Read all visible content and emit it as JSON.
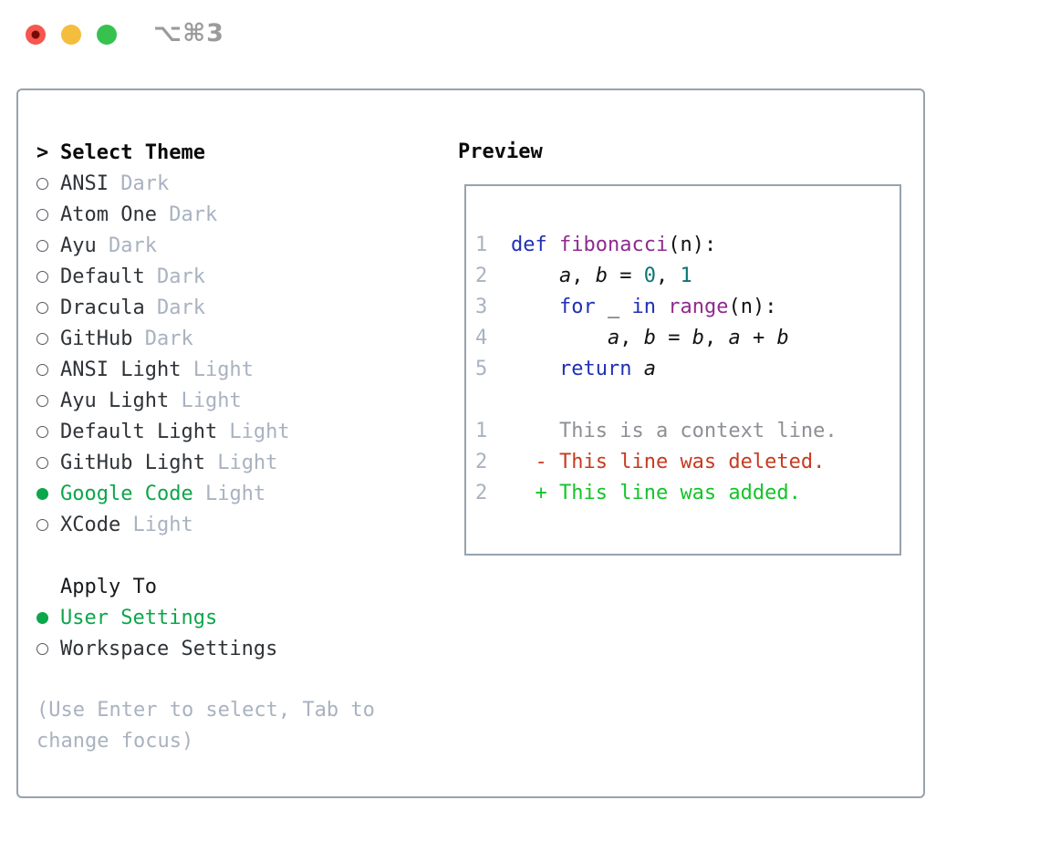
{
  "window": {
    "shortcut": "⌥⌘3",
    "traffic_lights": [
      "close",
      "minimize",
      "zoom"
    ]
  },
  "theme_panel": {
    "title_prefix": ">",
    "title": "Select Theme",
    "items": [
      {
        "name": "ANSI",
        "variant": "Dark",
        "selected": false
      },
      {
        "name": "Atom One",
        "variant": "Dark",
        "selected": false
      },
      {
        "name": "Ayu",
        "variant": "Dark",
        "selected": false
      },
      {
        "name": "Default",
        "variant": "Dark",
        "selected": false
      },
      {
        "name": "Dracula",
        "variant": "Dark",
        "selected": false
      },
      {
        "name": "GitHub",
        "variant": "Dark",
        "selected": false
      },
      {
        "name": "ANSI Light",
        "variant": "Light",
        "selected": false
      },
      {
        "name": "Ayu Light",
        "variant": "Light",
        "selected": false
      },
      {
        "name": "Default Light",
        "variant": "Light",
        "selected": false
      },
      {
        "name": "GitHub Light",
        "variant": "Light",
        "selected": false
      },
      {
        "name": "Google Code",
        "variant": "Light",
        "selected": true
      },
      {
        "name": "XCode",
        "variant": "Light",
        "selected": false
      }
    ],
    "apply_to": {
      "title": "Apply To",
      "options": [
        {
          "label": "User Settings",
          "selected": true
        },
        {
          "label": "Workspace Settings",
          "selected": false
        }
      ]
    },
    "hint": "(Use Enter to select, Tab to change focus)"
  },
  "preview": {
    "title": "Preview",
    "lines": [
      {
        "num": "1",
        "segments": [
          {
            "text": "def",
            "style": "kwd"
          },
          {
            "text": " ",
            "style": "pln"
          },
          {
            "text": "fibonacci",
            "style": "fn"
          },
          {
            "text": "(n):",
            "style": "pln"
          }
        ]
      },
      {
        "num": "2",
        "segments": [
          {
            "text": "    ",
            "style": "pln"
          },
          {
            "text": "a",
            "style": "var"
          },
          {
            "text": ", ",
            "style": "pln"
          },
          {
            "text": "b",
            "style": "var"
          },
          {
            "text": " = ",
            "style": "pln"
          },
          {
            "text": "0",
            "style": "lit"
          },
          {
            "text": ", ",
            "style": "pln"
          },
          {
            "text": "1",
            "style": "lit"
          }
        ]
      },
      {
        "num": "3",
        "segments": [
          {
            "text": "    ",
            "style": "pln"
          },
          {
            "text": "for",
            "style": "kwd"
          },
          {
            "text": " _ ",
            "style": "pln"
          },
          {
            "text": "in",
            "style": "kwd"
          },
          {
            "text": " ",
            "style": "pln"
          },
          {
            "text": "range",
            "style": "fn"
          },
          {
            "text": "(n):",
            "style": "pln"
          }
        ]
      },
      {
        "num": "4",
        "segments": [
          {
            "text": "        ",
            "style": "pln"
          },
          {
            "text": "a",
            "style": "var"
          },
          {
            "text": ", ",
            "style": "pln"
          },
          {
            "text": "b",
            "style": "var"
          },
          {
            "text": " = ",
            "style": "pln"
          },
          {
            "text": "b",
            "style": "var"
          },
          {
            "text": ", ",
            "style": "pln"
          },
          {
            "text": "a",
            "style": "var"
          },
          {
            "text": " + ",
            "style": "pln"
          },
          {
            "text": "b",
            "style": "var"
          }
        ]
      },
      {
        "num": "5",
        "segments": [
          {
            "text": "    ",
            "style": "pln"
          },
          {
            "text": "return",
            "style": "kwd"
          },
          {
            "text": " ",
            "style": "pln"
          },
          {
            "text": "a",
            "style": "var"
          }
        ]
      },
      {
        "num": "",
        "segments": []
      },
      {
        "num": "1",
        "segments": [
          {
            "text": "    This is a context line.",
            "style": "ctx"
          }
        ]
      },
      {
        "num": "2",
        "segments": [
          {
            "text": "  ",
            "style": "pln"
          },
          {
            "text": "- This line was deleted.",
            "style": "del"
          }
        ]
      },
      {
        "num": "2",
        "segments": [
          {
            "text": "  ",
            "style": "pln"
          },
          {
            "text": "+ This line was added.",
            "style": "add"
          }
        ]
      }
    ]
  },
  "colors": {
    "accent_green": "#0ca64b",
    "kwd_blue": "#2030b4",
    "fn_purple": "#8e2b8e",
    "lit_teal": "#0d7474",
    "ctx_gray": "#8c9095",
    "del_red": "#c83a20",
    "add_green": "#13c428",
    "muted": "#a9b2c0",
    "item_text": "#2f3338",
    "border_gray": "#98a2ae",
    "circle_outline": "#53575d",
    "shortcut_gray": "#9b9b9b",
    "tl_red": "#f5564e",
    "tl_red_dot": "#730c04",
    "tl_yellow": "#f5bd3e",
    "tl_green": "#37c24f"
  }
}
